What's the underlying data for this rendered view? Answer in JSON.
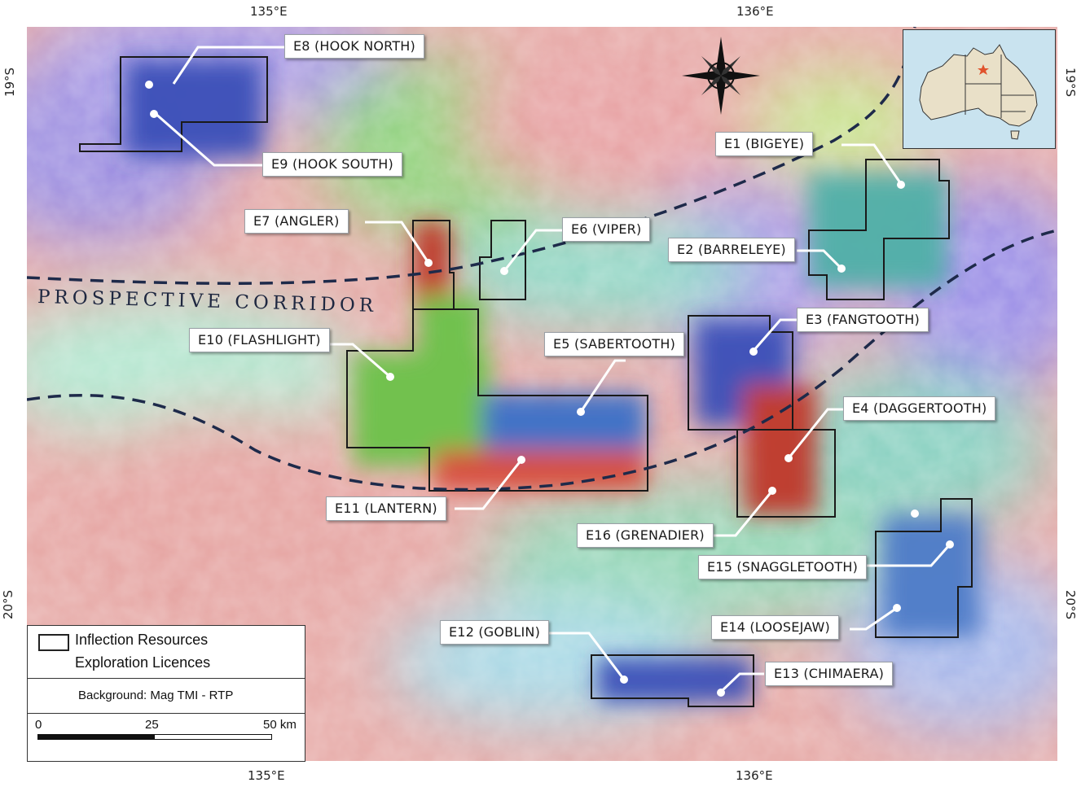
{
  "coords": {
    "top_left": "135°E",
    "top_right": "136°E",
    "bottom_left": "135°E",
    "bottom_right": "136°E",
    "left_top": "19°S",
    "left_bottom": "20°S",
    "right_top": "19°S",
    "right_bottom": "20°S"
  },
  "corridor_label": "PROSPECTIVE CORRIDOR",
  "licences": [
    {
      "id": "E8",
      "label": "E8 (HOOK NORTH)"
    },
    {
      "id": "E9",
      "label": "E9 (HOOK SOUTH)"
    },
    {
      "id": "E7",
      "label": "E7 (ANGLER)"
    },
    {
      "id": "E6",
      "label": "E6 (VIPER)"
    },
    {
      "id": "E1",
      "label": "E1 (BIGEYE)"
    },
    {
      "id": "E2",
      "label": "E2 (BARRELEYE)"
    },
    {
      "id": "E3",
      "label": "E3 (FANGTOOTH)"
    },
    {
      "id": "E10",
      "label": "E10 (FLASHLIGHT)"
    },
    {
      "id": "E5",
      "label": "E5 (SABERTOOTH)"
    },
    {
      "id": "E4",
      "label": "E4 (DAGGERTOOTH)"
    },
    {
      "id": "E11",
      "label": "E11 (LANTERN)"
    },
    {
      "id": "E16",
      "label": "E16 (GRENADIER)"
    },
    {
      "id": "E15",
      "label": "E15 (SNAGGLETOOTH)"
    },
    {
      "id": "E14",
      "label": "E14 (LOOSEJAW)"
    },
    {
      "id": "E12",
      "label": "E12 (GOBLIN)"
    },
    {
      "id": "E13",
      "label": "E13 (CHIMAERA)"
    }
  ],
  "legend": {
    "line1": "Inflection Resources",
    "line2": "Exploration Licences",
    "background": "Background: Mag TMI - RTP",
    "scale_0": "0",
    "scale_25": "25",
    "scale_50": "50 km"
  },
  "colors": {
    "corridor": "#1e2a4a",
    "licence_outline": "#1a1a1a",
    "magnetic_high": "#c03a2b",
    "magnetic_mid": "#6cc24a",
    "magnetic_low": "#3a4fb8",
    "background_pink": "#e9a7a4"
  },
  "inset_marker_color": "#e0532d"
}
